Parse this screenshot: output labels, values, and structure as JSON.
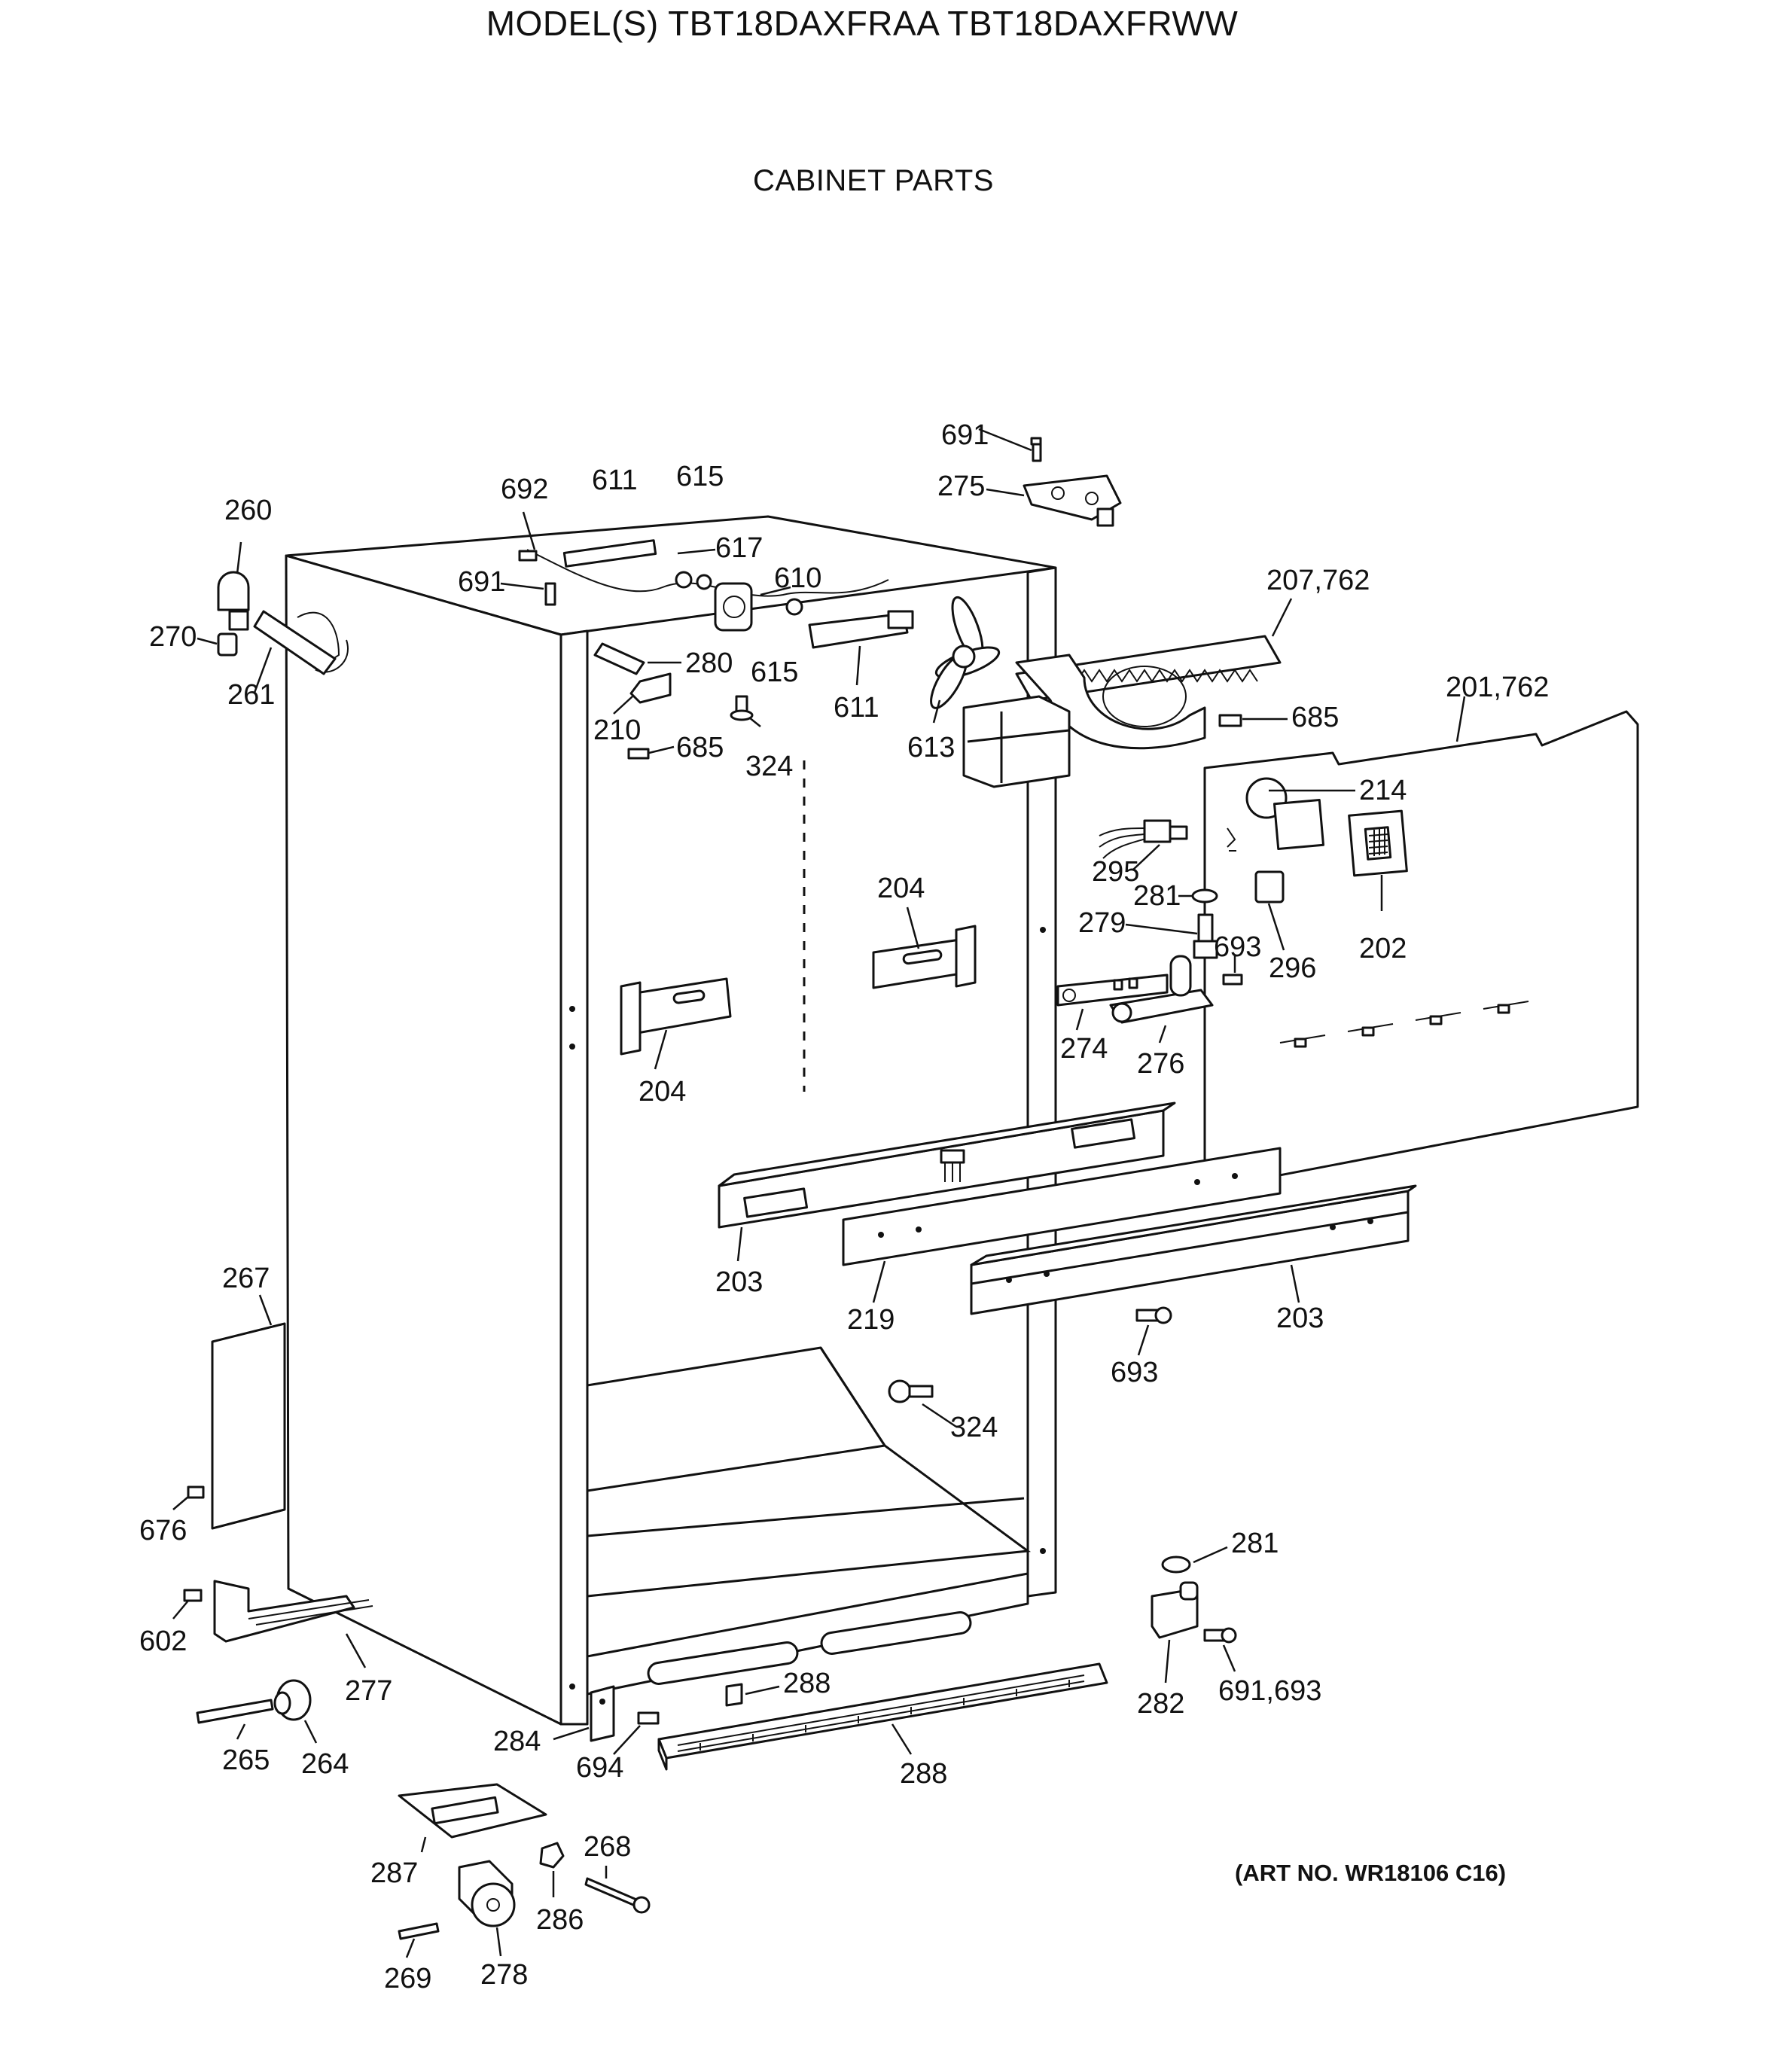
{
  "header": {
    "model_line": "MODEL(S) TBT18DAXFRAA  TBT18DAXFRWW",
    "section_title": "CABINET PARTS"
  },
  "footer": {
    "art_number": "(ART NO. WR18106 C16)"
  },
  "callouts": [
    {
      "id": "c691a",
      "text": "691"
    },
    {
      "id": "c275",
      "text": "275"
    },
    {
      "id": "c692",
      "text": "692"
    },
    {
      "id": "c611a",
      "text": "611"
    },
    {
      "id": "c615a",
      "text": "615"
    },
    {
      "id": "c617",
      "text": "617"
    },
    {
      "id": "c610",
      "text": "610"
    },
    {
      "id": "c691b",
      "text": "691"
    },
    {
      "id": "c260",
      "text": "260"
    },
    {
      "id": "c270",
      "text": "270"
    },
    {
      "id": "c261",
      "text": "261"
    },
    {
      "id": "c280",
      "text": "280"
    },
    {
      "id": "c615b",
      "text": "615"
    },
    {
      "id": "c611b",
      "text": "611"
    },
    {
      "id": "c210",
      "text": "210"
    },
    {
      "id": "c685a",
      "text": "685"
    },
    {
      "id": "c324a",
      "text": "324"
    },
    {
      "id": "c613",
      "text": "613"
    },
    {
      "id": "c207",
      "text": "207,762"
    },
    {
      "id": "c685b",
      "text": "685"
    },
    {
      "id": "c201",
      "text": "201,762"
    },
    {
      "id": "c214",
      "text": "214"
    },
    {
      "id": "c295",
      "text": "295"
    },
    {
      "id": "c281a",
      "text": "281"
    },
    {
      "id": "c279",
      "text": "279"
    },
    {
      "id": "c693a",
      "text": "693"
    },
    {
      "id": "c296",
      "text": "296"
    },
    {
      "id": "c202",
      "text": "202"
    },
    {
      "id": "c204a",
      "text": "204"
    },
    {
      "id": "c204b",
      "text": "204"
    },
    {
      "id": "c274",
      "text": "274"
    },
    {
      "id": "c276",
      "text": "276"
    },
    {
      "id": "c203a",
      "text": "203"
    },
    {
      "id": "c219",
      "text": "219"
    },
    {
      "id": "c203b",
      "text": "203"
    },
    {
      "id": "c693b",
      "text": "693"
    },
    {
      "id": "c324b",
      "text": "324"
    },
    {
      "id": "c267",
      "text": "267"
    },
    {
      "id": "c676",
      "text": "676"
    },
    {
      "id": "c281b",
      "text": "281"
    },
    {
      "id": "c602",
      "text": "602"
    },
    {
      "id": "c277",
      "text": "277"
    },
    {
      "id": "c288a",
      "text": "288"
    },
    {
      "id": "c282",
      "text": "282"
    },
    {
      "id": "c691c",
      "text": "691,693"
    },
    {
      "id": "c265",
      "text": "265"
    },
    {
      "id": "c264",
      "text": "264"
    },
    {
      "id": "c284",
      "text": "284"
    },
    {
      "id": "c694",
      "text": "694"
    },
    {
      "id": "c288b",
      "text": "288"
    },
    {
      "id": "c268",
      "text": "268"
    },
    {
      "id": "c287",
      "text": "287"
    },
    {
      "id": "c286",
      "text": "286"
    },
    {
      "id": "c269",
      "text": "269"
    },
    {
      "id": "c278",
      "text": "278"
    }
  ]
}
